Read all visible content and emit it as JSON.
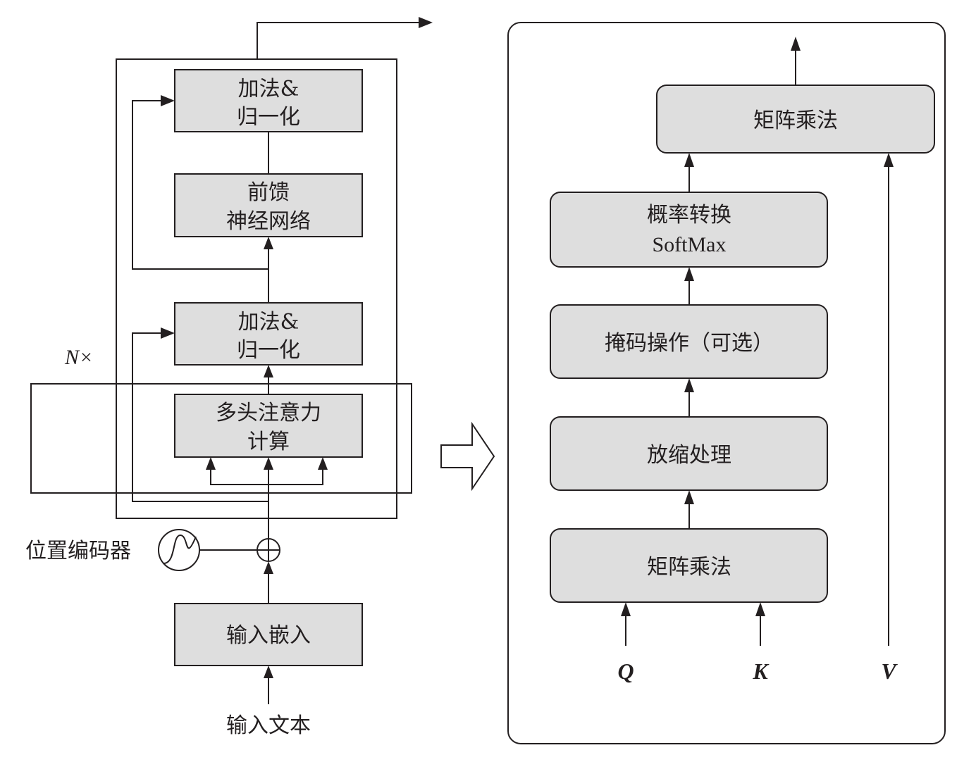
{
  "encoder": {
    "add_norm_top": {
      "line1": "加法&",
      "line2": "归一化"
    },
    "feed_forward": {
      "line1": "前馈",
      "line2": "神经网络"
    },
    "add_norm_bottom": {
      "line1": "加法&",
      "line2": "归一化"
    },
    "multi_head": {
      "line1": "多头注意力",
      "line2": "计算"
    },
    "repeat_label": "N×",
    "positional_encoder": "位置编码器",
    "input_embedding": "输入嵌入",
    "input_text": "输入文本"
  },
  "attention": {
    "matmul_top": "矩阵乘法",
    "softmax": {
      "line1": "概率转换",
      "line2": "SoftMax"
    },
    "mask": "掩码操作（可选）",
    "scale": "放缩处理",
    "matmul_bottom": "矩阵乘法",
    "q_label": "Q",
    "k_label": "K",
    "v_label": "V"
  }
}
